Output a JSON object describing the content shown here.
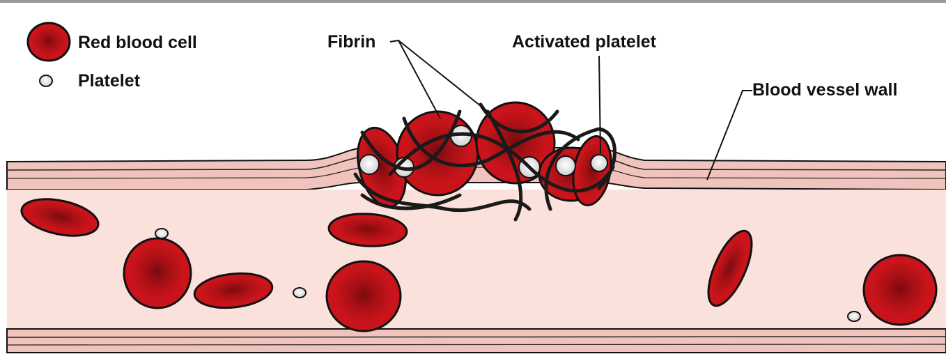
{
  "legend": {
    "red_blood_cell": "Red blood cell",
    "platelet": "Platelet"
  },
  "labels": {
    "fibrin": "Fibrin",
    "activated_platelet": "Activated platelet",
    "blood_vessel_wall": "Blood vessel wall"
  },
  "colors": {
    "red_cell": "#c8141a",
    "red_cell_dark": "#7a0b0e",
    "plasma": "#fbe1dc",
    "wall": "#f0c4bc",
    "platelet": "#eeeeee",
    "fibrin": "#1a1a1a",
    "outline": "#111111"
  }
}
